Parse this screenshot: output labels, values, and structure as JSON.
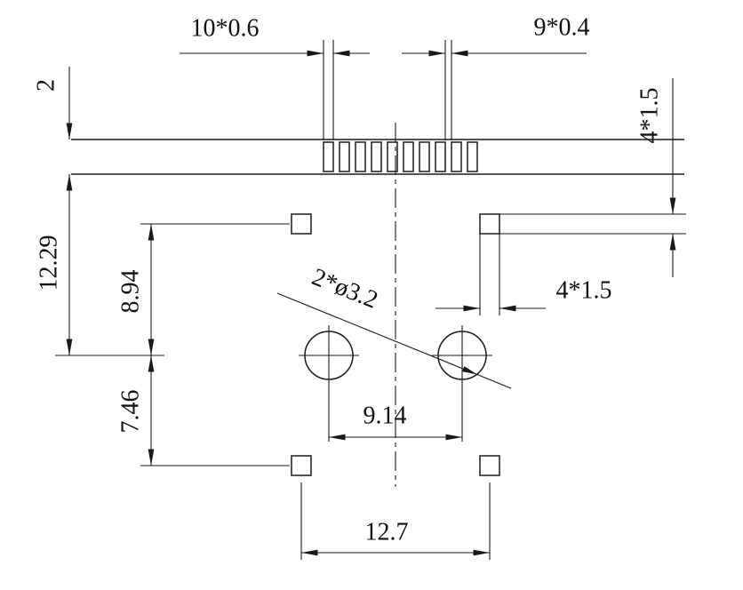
{
  "drawing": {
    "type": "technical-dimension-drawing",
    "background": "#ffffff",
    "line_color": "#1a1a1a",
    "labels": {
      "pin_width": "10*0.6",
      "pin_gap": "9*0.4",
      "body_thickness": "2",
      "body_to_hole_center": "12.29",
      "pad_center_to_hole_center": "8.94",
      "hole_center_to_bottom_pad": "7.46",
      "pad_height": "4*1.5",
      "pad_width": "4*1.5",
      "hole_diameter": "2*ø3.2",
      "hole_spacing": "9.14",
      "pad_spacing": "12.7"
    }
  }
}
